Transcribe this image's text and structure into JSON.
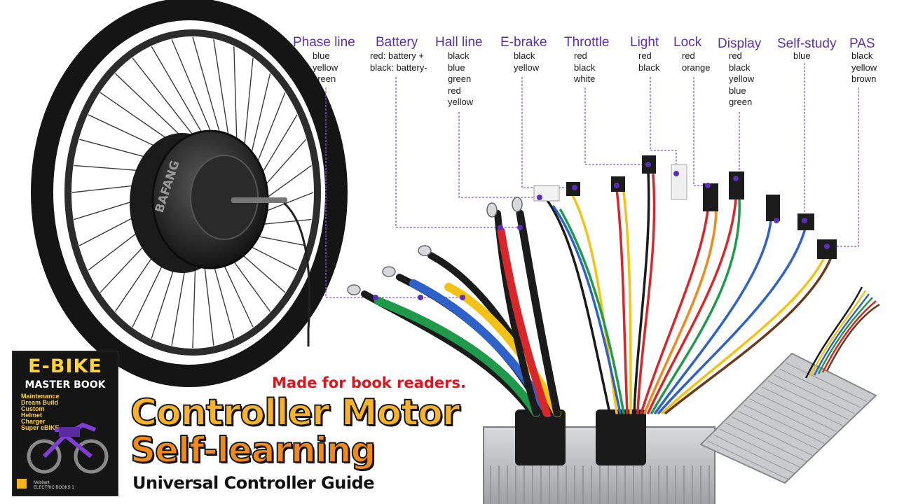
{
  "labels": [
    {
      "key": "phase",
      "title": "Phase line",
      "wires": [
        "blue",
        "yellow",
        "green"
      ]
    },
    {
      "key": "battery",
      "title": "Battery",
      "wires": [
        "red: battery +",
        "black: battery-"
      ]
    },
    {
      "key": "hall",
      "title": "Hall line",
      "wires": [
        "black",
        "blue",
        "green",
        "red",
        "yellow"
      ]
    },
    {
      "key": "ebrake",
      "title": "E-brake",
      "wires": [
        "black",
        "yellow"
      ]
    },
    {
      "key": "throttle",
      "title": "Throttle",
      "wires": [
        "red",
        "black",
        "white"
      ]
    },
    {
      "key": "light",
      "title": "Light",
      "wires": [
        "red",
        "black"
      ]
    },
    {
      "key": "lock",
      "title": "Lock",
      "wires": [
        "red",
        "orange"
      ]
    },
    {
      "key": "display",
      "title": "Display",
      "wires": [
        "red",
        "black",
        "yellow",
        "blue",
        "green"
      ]
    },
    {
      "key": "selfstudy",
      "title": "Self-study",
      "wires": [
        "blue"
      ]
    },
    {
      "key": "pas",
      "title": "PAS",
      "wires": [
        "black",
        "yellow",
        "brown"
      ]
    }
  ],
  "hub_brand": "BAFANG",
  "book": {
    "title": "E-BIKE",
    "subtitle": "MASTER BOOK",
    "tagline": [
      "Maintenance",
      "Dream Build",
      "Custom",
      "Helmet",
      "Charger",
      "Super eBIKE"
    ],
    "publisher": "Mobilant",
    "series": "ELECTRIC BOOKS 1"
  },
  "headline": {
    "tagline": "Made for book readers.",
    "line1": "Controller Motor",
    "line2": "Self-learning",
    "line3": "Universal Controller Guide"
  },
  "colors": {
    "label": "#5b2fb3",
    "guide_line": "#8a5cd6",
    "accent_red": "#e0141c",
    "headline_yellow": "#f7b32b",
    "headline_orange": "#f08a1c"
  }
}
